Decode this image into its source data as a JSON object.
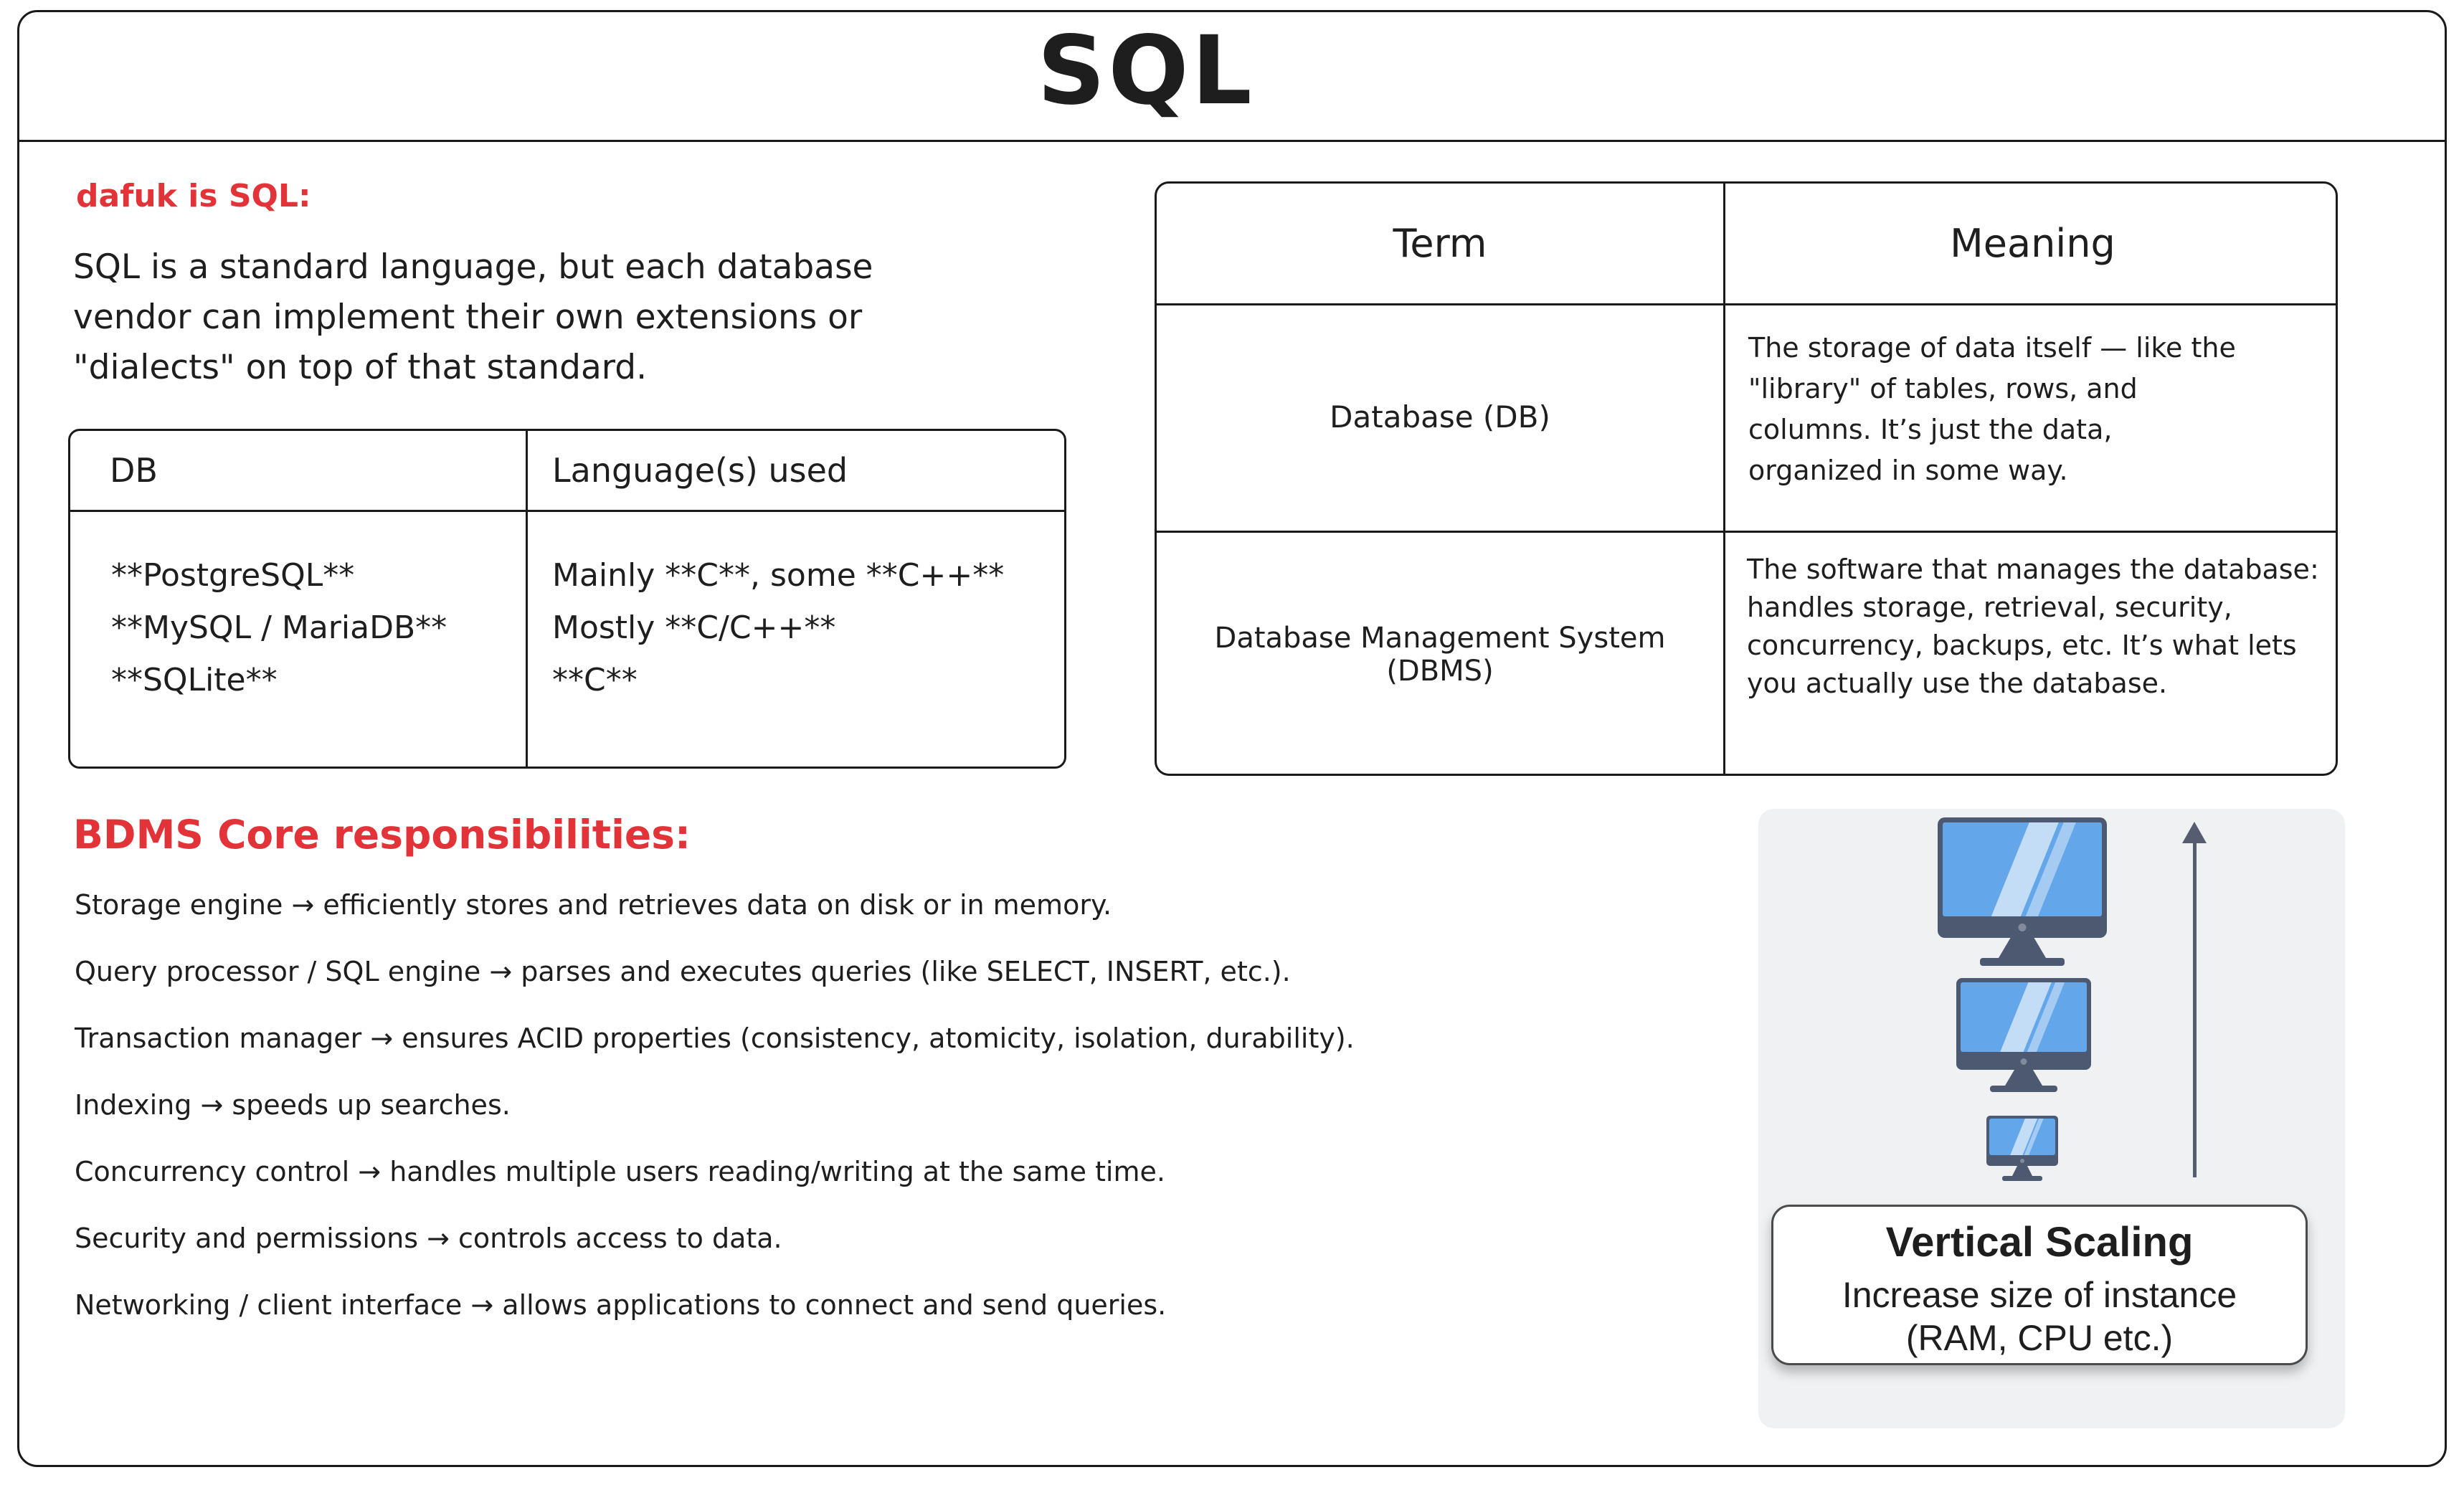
{
  "title": "SQL",
  "left": {
    "intro_heading": "dafuk is SQL:",
    "intro_lines": [
      "SQL is a standard language, but each database",
      "vendor can implement their own extensions or",
      "\"dialects\" on top of that standard."
    ],
    "db_table": {
      "header_db": "DB",
      "header_lang": "Language(s) used",
      "db_rows": [
        "**PostgreSQL**",
        "**MySQL / MariaDB**",
        "**SQLite**"
      ],
      "lang_rows": [
        "Mainly **C**, some **C++**",
        "Mostly **C/C++**",
        "**C**"
      ]
    },
    "resp_heading": "BDMS Core responsibilities:",
    "responsibilities": [
      "Storage engine → efficiently stores and retrieves data on disk or in memory.",
      "Query processor / SQL engine → parses and executes queries (like SELECT, INSERT, etc.).",
      "Transaction manager → ensures ACID properties (consistency, atomicity, isolation, durability).",
      "Indexing → speeds up searches.",
      "Concurrency control → handles multiple users reading/writing at the same time.",
      "Security and permissions → controls access to data.",
      "Networking / client interface → allows applications to connect and send queries."
    ]
  },
  "term_table": {
    "header_term": "Term",
    "header_meaning": "Meaning",
    "rows": [
      {
        "term": "Database (DB)",
        "meaning": "The storage of data itself — like the \"library\" of tables, rows, and columns. It’s just the data, organized in some way."
      },
      {
        "term": "Database Management System (DBMS)",
        "meaning": "The software that manages the database: handles storage, retrieval, security, concurrency, backups, etc. It’s what lets you actually use the database."
      }
    ]
  },
  "scaling_card": {
    "title": "Vertical Scaling",
    "subtitle_line1": "Increase size of instance",
    "subtitle_line2": "(RAM, CPU etc.)"
  },
  "colors": {
    "ink": "#1e1e1e",
    "accent_red": "#e23338",
    "card_bg": "#f0f1f3",
    "monitor_frame": "#4d5970",
    "monitor_screen": "#64a6ea",
    "arrow": "#565d70"
  }
}
